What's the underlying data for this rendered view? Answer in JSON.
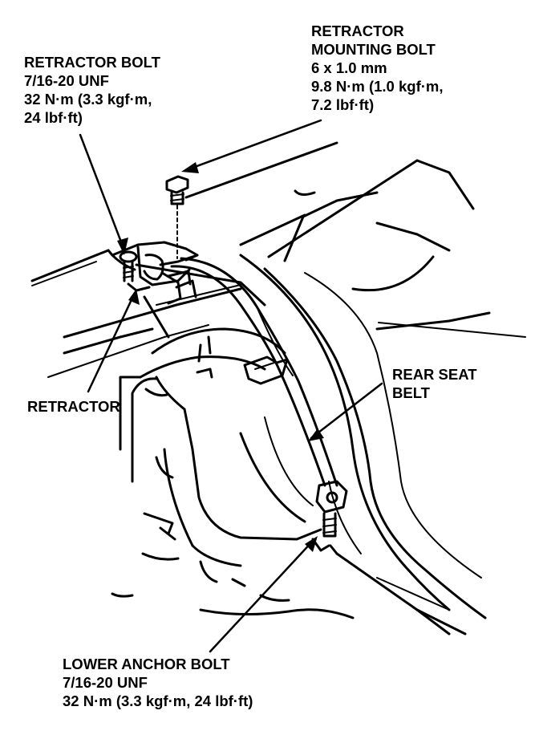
{
  "callouts": {
    "retractor_bolt": {
      "lines": [
        "RETRACTOR BOLT",
        "7/16-20 UNF",
        "32 N·m (3.3 kgf·m,",
        "24 lbf·ft)"
      ]
    },
    "retractor_mounting_bolt": {
      "lines": [
        "RETRACTOR",
        "MOUNTING BOLT",
        "6 x 1.0 mm",
        "9.8 N·m (1.0 kgf·m,",
        "7.2 lbf·ft)"
      ]
    },
    "retractor": {
      "lines": [
        "RETRACTOR"
      ]
    },
    "rear_seat_belt": {
      "lines": [
        "REAR SEAT",
        "BELT"
      ]
    },
    "lower_anchor_bolt": {
      "lines": [
        "LOWER ANCHOR BOLT",
        "7/16-20 UNF",
        "32 N·m (3.3 kgf·m, 24 lbf·ft)"
      ]
    }
  }
}
